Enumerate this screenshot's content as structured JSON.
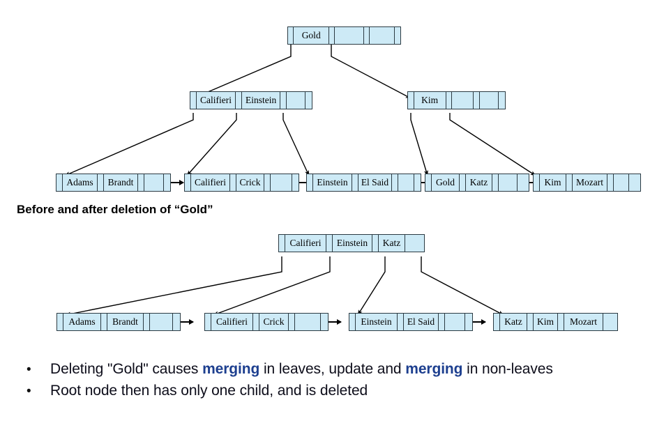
{
  "caption": {
    "text": "Before and after deletion of “Gold”"
  },
  "trees": {
    "before": {
      "label": "b-plus-tree-before-deletion",
      "root": {
        "name": "root-node-gold",
        "keys": [
          "Gold"
        ],
        "slots": 4
      },
      "internal": [
        {
          "name": "internal-node-califieri-einstein",
          "keys": [
            "Califieri",
            "Einstein"
          ],
          "slots": 4
        },
        {
          "name": "internal-node-kim",
          "keys": [
            "Kim"
          ],
          "slots": 4
        }
      ],
      "leaves": [
        {
          "name": "leaf-adams-brandt",
          "keys": [
            "Adams",
            "Brandt"
          ],
          "slots": 3
        },
        {
          "name": "leaf-califieri-crick",
          "keys": [
            "Califieri",
            "Crick"
          ],
          "slots": 3
        },
        {
          "name": "leaf-einstein-elsaid",
          "keys": [
            "Einstein",
            "El Said"
          ],
          "slots": 3
        },
        {
          "name": "leaf-gold-katz",
          "keys": [
            "Gold",
            "Katz"
          ],
          "slots": 3
        },
        {
          "name": "leaf-kim-mozart",
          "keys": [
            "Kim",
            "Mozart"
          ],
          "slots": 3
        }
      ]
    },
    "after": {
      "label": "b-plus-tree-after-deletion",
      "root": {
        "name": "root-node-califieri-einstein-katz",
        "keys": [
          "Califieri",
          "Einstein",
          "Katz"
        ],
        "slots": 3
      },
      "leaves": [
        {
          "name": "leaf-adams-brandt",
          "keys": [
            "Adams",
            "Brandt"
          ],
          "slots": 3
        },
        {
          "name": "leaf-califieri-crick",
          "keys": [
            "Califieri",
            "Crick"
          ],
          "slots": 3
        },
        {
          "name": "leaf-einstein-elsaid",
          "keys": [
            "Einstein",
            "El Said"
          ],
          "slots": 3
        },
        {
          "name": "leaf-katz-kim-mozart",
          "keys": [
            "Katz",
            "Kim",
            "Mozart"
          ],
          "slots": 3
        }
      ]
    }
  },
  "bullets": [
    {
      "mark": "•",
      "parts": [
        {
          "text": "Deleting \"Gold\" causes ",
          "bold": false
        },
        {
          "text": "merging",
          "bold": true
        },
        {
          "text": " in leaves, update and ",
          "bold": false
        },
        {
          "text": "merging",
          "bold": true
        },
        {
          "text": " in non-leaves",
          "bold": false
        }
      ]
    },
    {
      "mark": "•",
      "parts": [
        {
          "text": "Root node then has only one child, and is deleted",
          "bold": false
        }
      ]
    }
  ],
  "colors": {
    "node_fill": "#cdeaf6",
    "node_border": "#2b3a42",
    "keyword": "#1d3f8f",
    "text": "#0d0d1a",
    "background": "#ffffff"
  }
}
